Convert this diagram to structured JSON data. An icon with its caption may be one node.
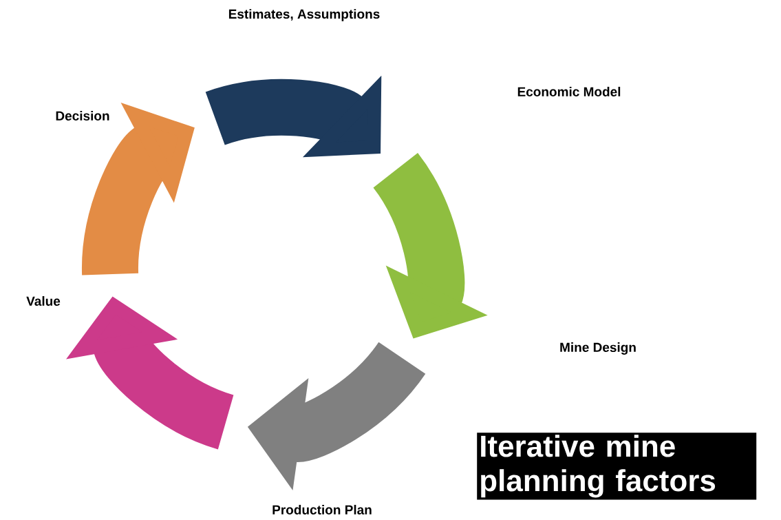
{
  "diagram": {
    "title": "Iterative mine planning factors",
    "labels": [
      "Estimates, Assumptions",
      "Decision",
      "Economic Model",
      "Value",
      "Mine Design",
      "Production Plan"
    ]
  }
}
